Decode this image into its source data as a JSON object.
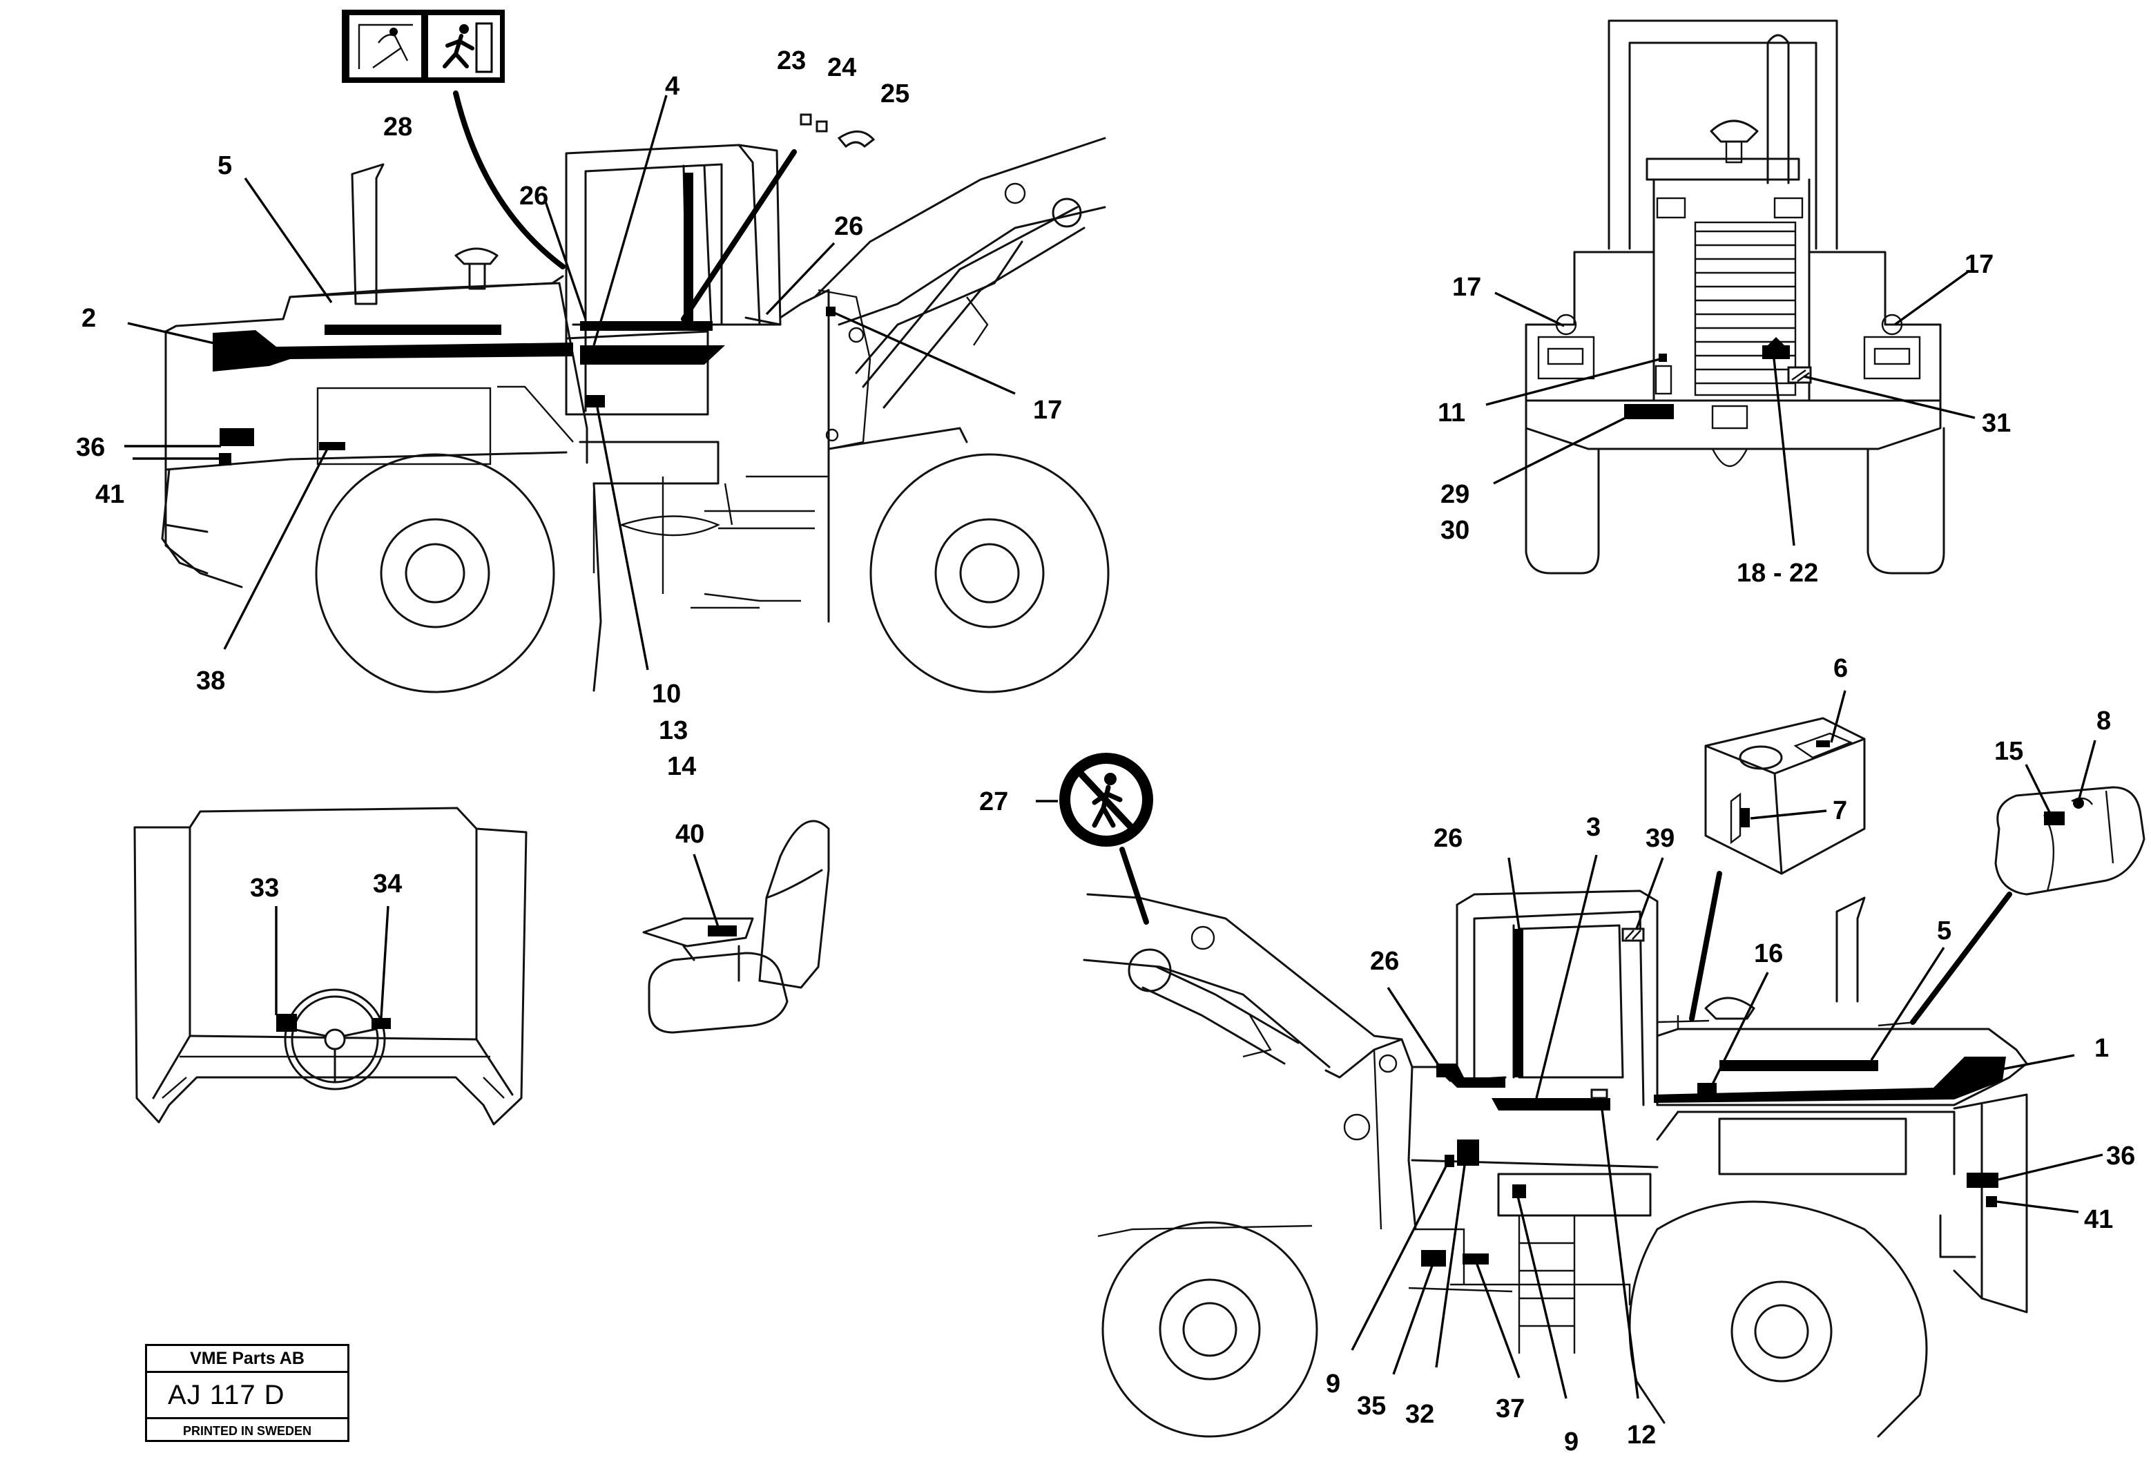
{
  "callouts": {
    "c1": "1",
    "c2": "2",
    "c3": "3",
    "c4": "4",
    "c5": "5",
    "c6": "6",
    "c7": "7",
    "c8": "8",
    "c9": "9",
    "c10": "10",
    "c11": "11",
    "c12": "12",
    "c13": "13",
    "c14": "14",
    "c15": "15",
    "c16": "16",
    "c17": "17",
    "c18_22": "18 - 22",
    "c23": "23",
    "c24": "24",
    "c25": "25",
    "c26": "26",
    "c27": "27",
    "c28": "28",
    "c29": "29",
    "c30": "30",
    "c31": "31",
    "c32": "32",
    "c33": "33",
    "c34": "34",
    "c35": "35",
    "c36": "36",
    "c37": "37",
    "c38": "38",
    "c39": "39",
    "c40": "40",
    "c41": "41"
  },
  "title_block": {
    "company": "VME Parts AB",
    "drawing_no": "AJ 117  D",
    "printed": "PRINTED IN SWEDEN"
  },
  "icons": {
    "decal_28": [
      "crush-hazard-icon",
      "running-person-icon"
    ],
    "decal_27": "no-persons-under-boom-icon"
  }
}
